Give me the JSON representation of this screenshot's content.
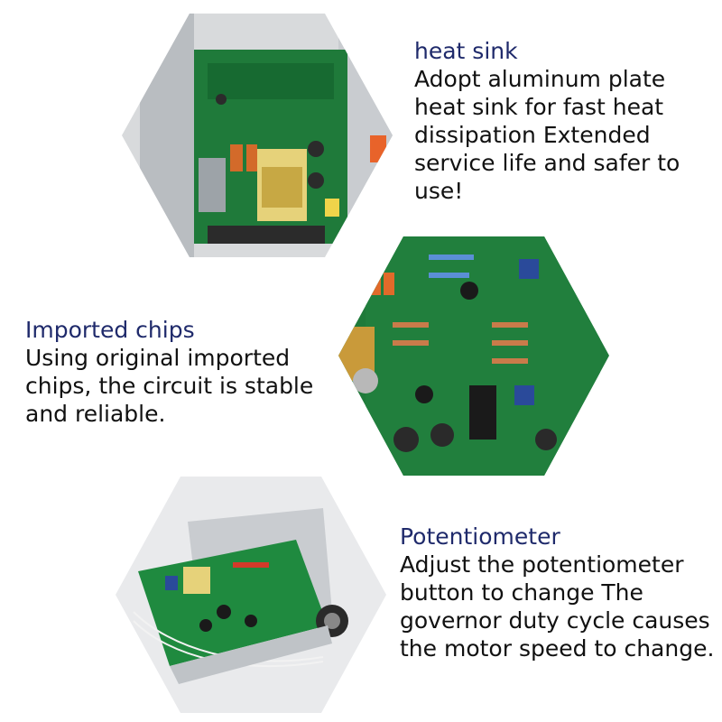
{
  "colors": {
    "title": "#1f2a6b",
    "body": "#111111",
    "pcb_green": "#1f7a3a",
    "pcb_dark": "#0f5a28"
  },
  "features": [
    {
      "title": "heat sink",
      "body": "Adopt aluminum plate heat sink for fast heat dissipation Extended service life and safer to use!",
      "image_icon": "pcb-heat-sink-photo"
    },
    {
      "title": "Imported chips",
      "body": "Using original imported chips, the circuit is stable and reliable.",
      "image_icon": "pcb-chips-photo"
    },
    {
      "title": "Potentiometer",
      "body": "Adjust the potentiometer button to change The governor duty cycle causes the motor speed to change.",
      "image_icon": "pcb-potentiometer-photo"
    }
  ]
}
